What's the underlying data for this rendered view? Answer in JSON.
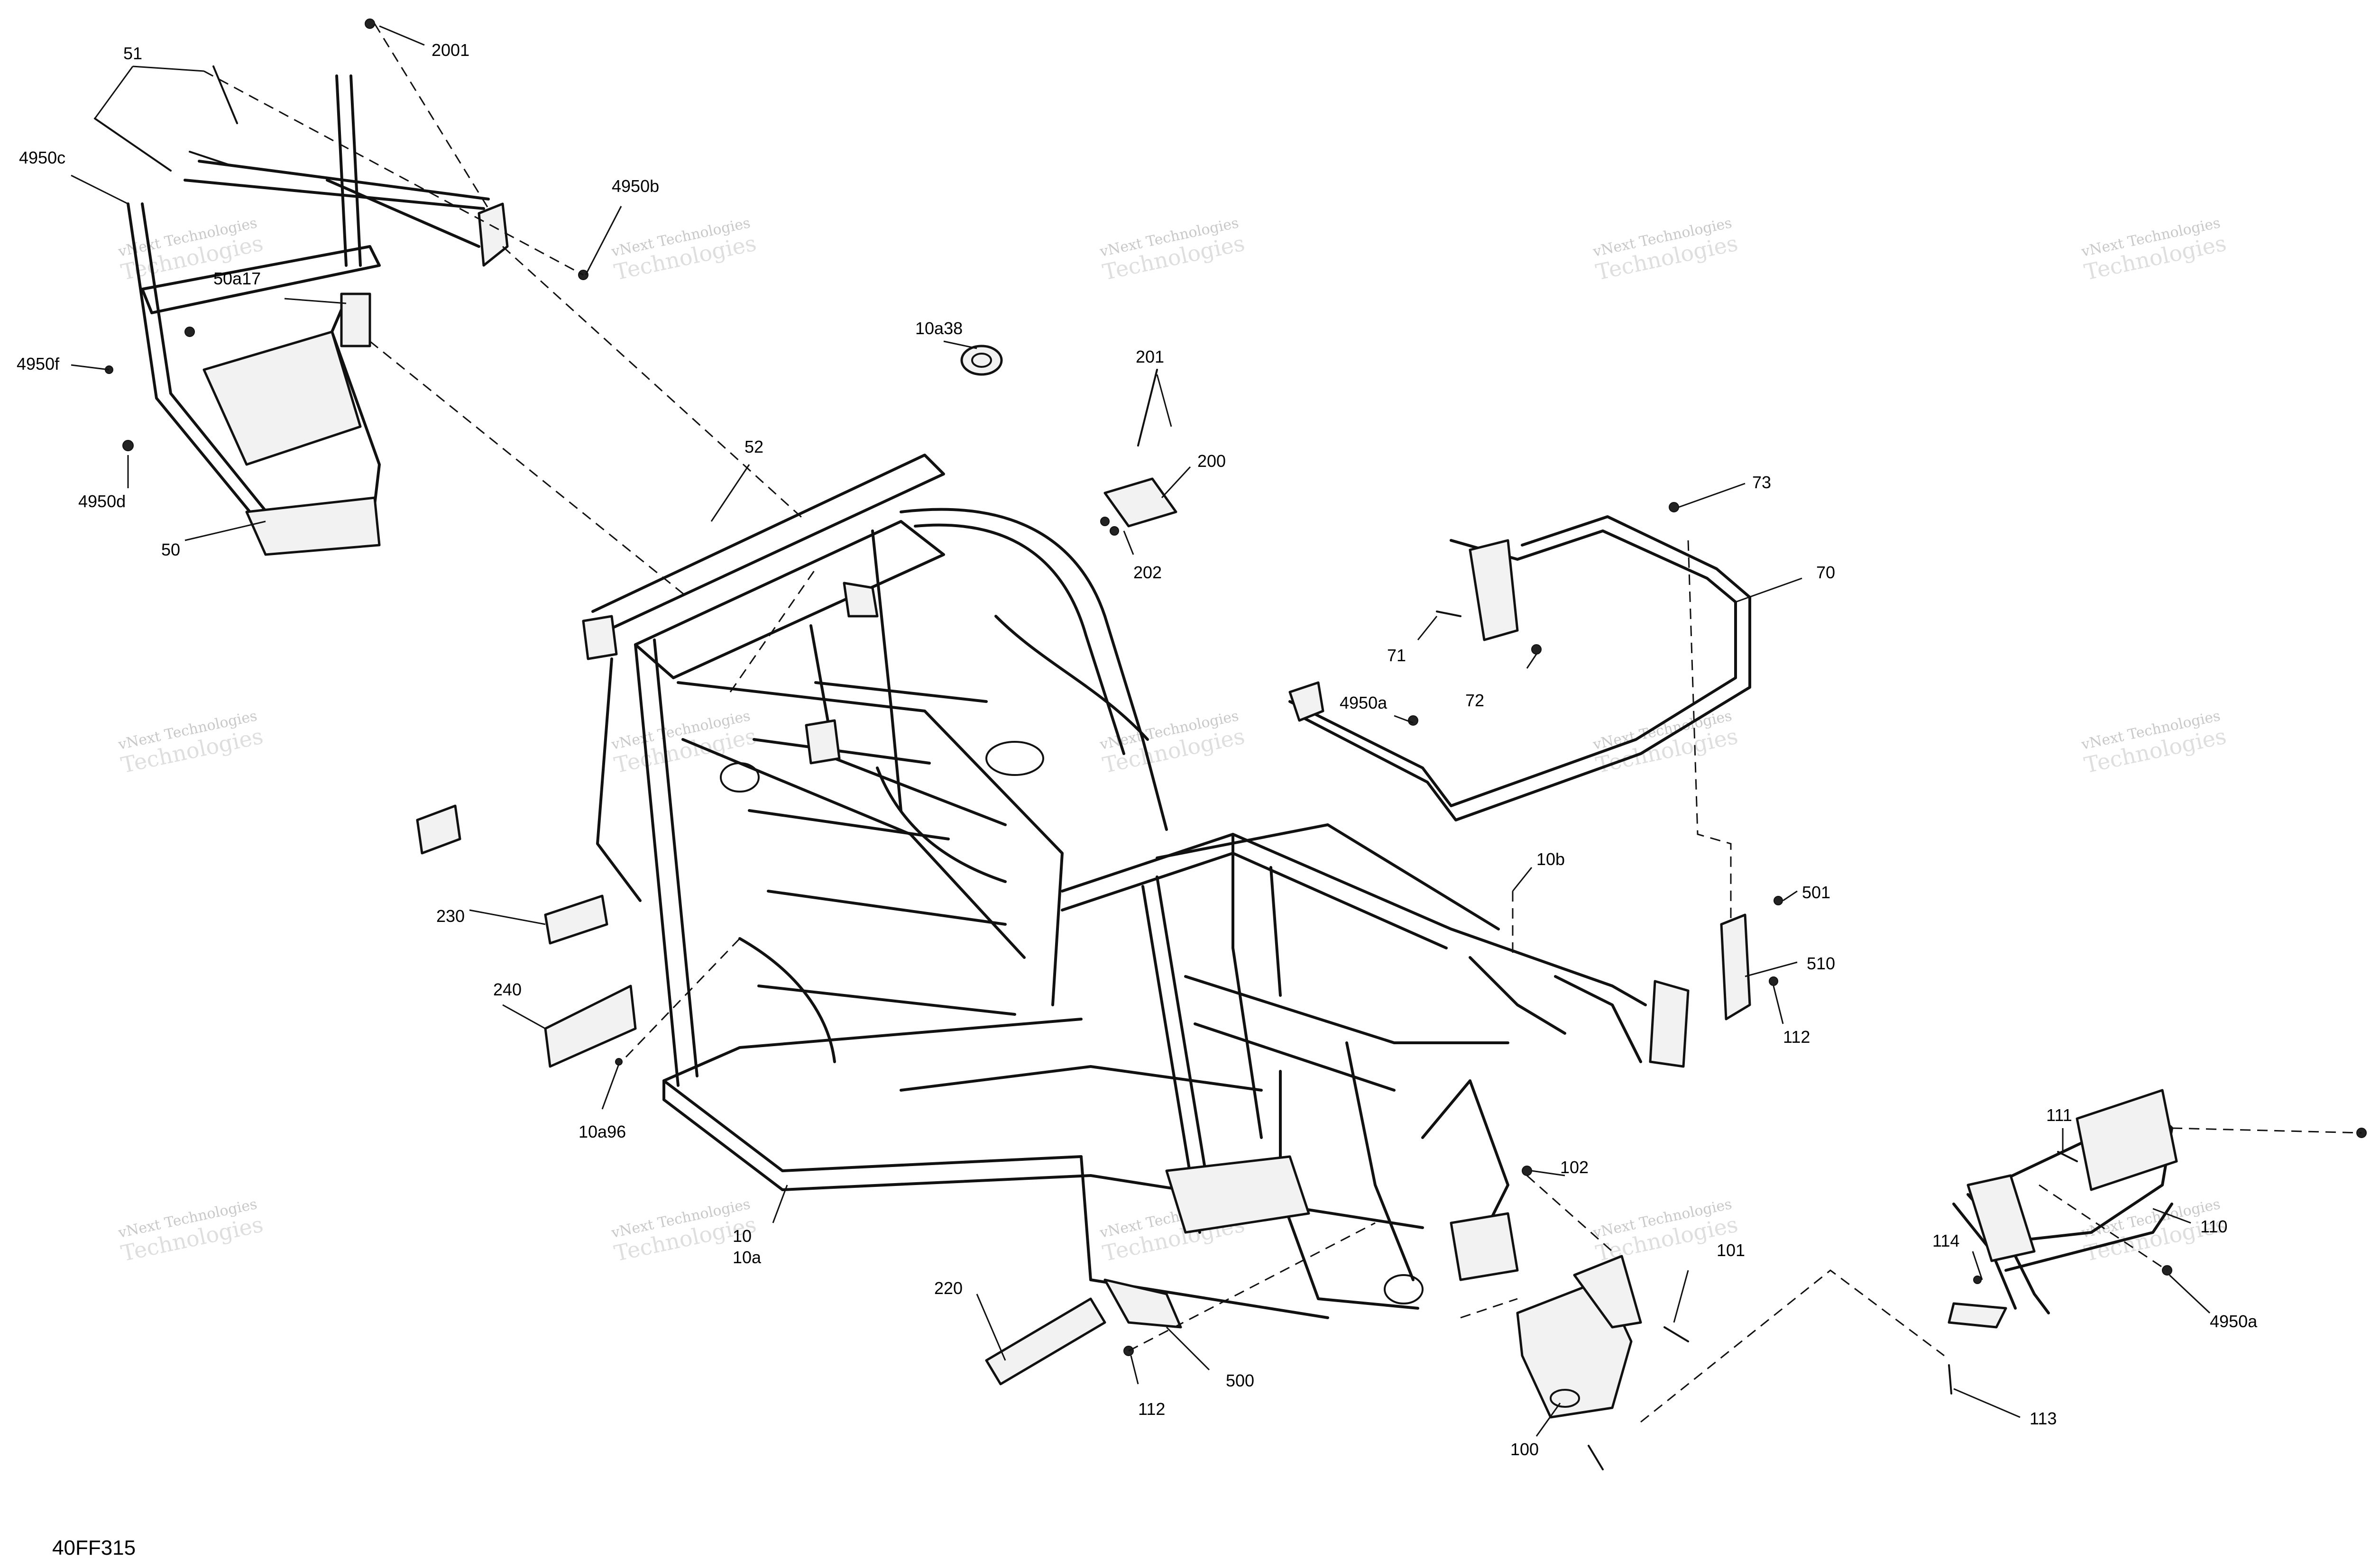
{
  "figure_id": "40FF315",
  "watermark": {
    "line1": "vNext Technologies",
    "line2": "Technologies"
  },
  "callouts": [
    {
      "id": "2001",
      "label": "2001"
    },
    {
      "id": "51",
      "label": "51"
    },
    {
      "id": "4950c",
      "label": "4950c"
    },
    {
      "id": "4950b",
      "label": "4950b"
    },
    {
      "id": "50a17",
      "label": "50a17"
    },
    {
      "id": "4950f",
      "label": "4950f"
    },
    {
      "id": "4950d",
      "label": "4950d"
    },
    {
      "id": "50",
      "label": "50"
    },
    {
      "id": "10a38",
      "label": "10a38"
    },
    {
      "id": "201",
      "label": "201"
    },
    {
      "id": "200",
      "label": "200"
    },
    {
      "id": "202",
      "label": "202"
    },
    {
      "id": "52",
      "label": "52"
    },
    {
      "id": "73",
      "label": "73"
    },
    {
      "id": "70",
      "label": "70"
    },
    {
      "id": "71",
      "label": "71"
    },
    {
      "id": "72",
      "label": "72"
    },
    {
      "id": "4950a_top",
      "label": "4950a"
    },
    {
      "id": "10b",
      "label": "10b"
    },
    {
      "id": "501",
      "label": "501"
    },
    {
      "id": "510",
      "label": "510"
    },
    {
      "id": "112_right",
      "label": "112"
    },
    {
      "id": "230",
      "label": "230"
    },
    {
      "id": "240",
      "label": "240"
    },
    {
      "id": "10a96",
      "label": "10a96"
    },
    {
      "id": "10",
      "label": "10"
    },
    {
      "id": "10a",
      "label": "10a"
    },
    {
      "id": "102",
      "label": "102"
    },
    {
      "id": "101",
      "label": "101"
    },
    {
      "id": "111",
      "label": "111"
    },
    {
      "id": "110",
      "label": "110"
    },
    {
      "id": "114",
      "label": "114"
    },
    {
      "id": "4950a_bottom",
      "label": "4950a"
    },
    {
      "id": "113",
      "label": "113"
    },
    {
      "id": "220",
      "label": "220"
    },
    {
      "id": "500",
      "label": "500"
    },
    {
      "id": "112_bottom",
      "label": "112"
    },
    {
      "id": "100",
      "label": "100"
    }
  ]
}
